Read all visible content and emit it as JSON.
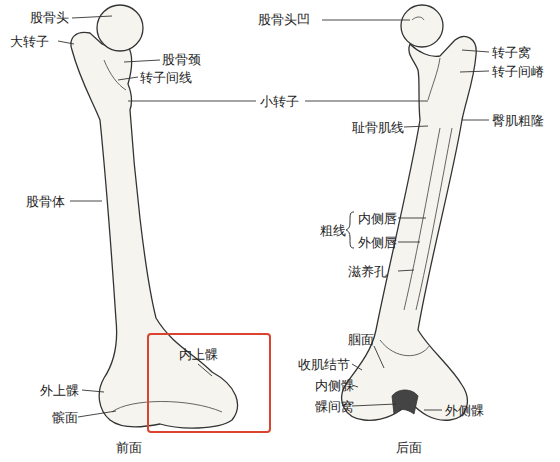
{
  "diagram": {
    "nodes": [
      {
        "text": [
          "内上髁"
        ]
      }
    ],
    "labels": [
      "股骨头",
      "大转子",
      "股骨颈",
      "转子间线",
      "股骨头凹",
      "转子窝",
      "转子间嵴",
      "小转子",
      "耻骨肌线",
      "臀肌粗隆",
      "股骨体",
      "内侧唇",
      "外侧唇",
      "粗线",
      "滋养孔",
      "腘面",
      "收肌结节",
      "内侧髁",
      "髁间窝",
      "外侧髁",
      "外上髁",
      "髌面",
      "前面",
      "后面"
    ]
  }
}
